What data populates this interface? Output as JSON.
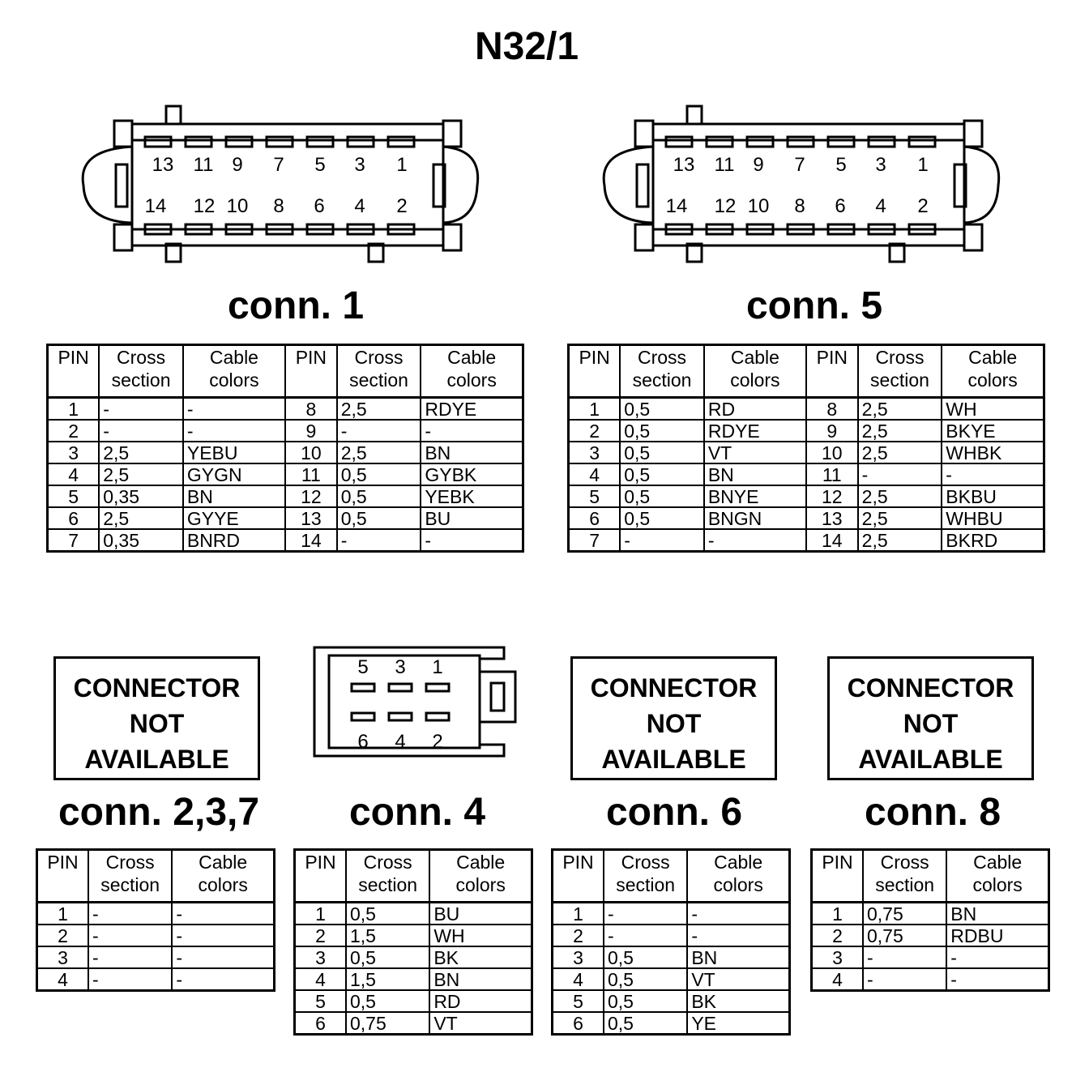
{
  "title": "N32/1",
  "headers": {
    "pin": "PIN",
    "cross_1": "Cross",
    "cross_2": "section",
    "cable_1": "Cable",
    "cable_2": "colors"
  },
  "not_available": {
    "line1": "CONNECTOR",
    "line2": "NOT",
    "line3": "AVAILABLE"
  },
  "conn1": {
    "label": "conn. 1",
    "pins_top": [
      "13",
      "11",
      "9",
      "7",
      "5",
      "3",
      "1"
    ],
    "pins_bottom": [
      "14",
      "12",
      "10",
      "8",
      "6",
      "4",
      "2"
    ],
    "rows": [
      [
        "1",
        "-",
        "-",
        "8",
        "2,5",
        "RDYE"
      ],
      [
        "2",
        "-",
        "-",
        "9",
        "-",
        "-"
      ],
      [
        "3",
        "2,5",
        "YEBU",
        "10",
        "2,5",
        "BN"
      ],
      [
        "4",
        "2,5",
        "GYGN",
        "11",
        "0,5",
        "GYBK"
      ],
      [
        "5",
        "0,35",
        "BN",
        "12",
        "0,5",
        "YEBK"
      ],
      [
        "6",
        "2,5",
        "GYYE",
        "13",
        "0,5",
        "BU"
      ],
      [
        "7",
        "0,35",
        "BNRD",
        "14",
        "-",
        "-"
      ]
    ]
  },
  "conn5": {
    "label": "conn. 5",
    "pins_top": [
      "13",
      "11",
      "9",
      "7",
      "5",
      "3",
      "1"
    ],
    "pins_bottom": [
      "14",
      "12",
      "10",
      "8",
      "6",
      "4",
      "2"
    ],
    "rows": [
      [
        "1",
        "0,5",
        "RD",
        "8",
        "2,5",
        "WH"
      ],
      [
        "2",
        "0,5",
        "RDYE",
        "9",
        "2,5",
        "BKYE"
      ],
      [
        "3",
        "0,5",
        "VT",
        "10",
        "2,5",
        "WHBK"
      ],
      [
        "4",
        "0,5",
        "BN",
        "11",
        "-",
        "-"
      ],
      [
        "5",
        "0,5",
        "BNYE",
        "12",
        "2,5",
        "BKBU"
      ],
      [
        "6",
        "0,5",
        "BNGN",
        "13",
        "2,5",
        "WHBU"
      ],
      [
        "7",
        "-",
        "-",
        "14",
        "2,5",
        "BKRD"
      ]
    ]
  },
  "conn237": {
    "label": "conn. 2,3,7",
    "rows": [
      [
        "1",
        "-",
        "-"
      ],
      [
        "2",
        "-",
        "-"
      ],
      [
        "3",
        "-",
        "-"
      ],
      [
        "4",
        "-",
        "-"
      ]
    ]
  },
  "conn4": {
    "label": "conn. 4",
    "pins_top": [
      "5",
      "3",
      "1"
    ],
    "pins_bottom": [
      "6",
      "4",
      "2"
    ],
    "rows": [
      [
        "1",
        "0,5",
        "BU"
      ],
      [
        "2",
        "1,5",
        "WH"
      ],
      [
        "3",
        "0,5",
        "BK"
      ],
      [
        "4",
        "1,5",
        "BN"
      ],
      [
        "5",
        "0,5",
        "RD"
      ],
      [
        "6",
        "0,75",
        "VT"
      ]
    ]
  },
  "conn6": {
    "label": "conn. 6",
    "rows": [
      [
        "1",
        "-",
        "-"
      ],
      [
        "2",
        "-",
        "-"
      ],
      [
        "3",
        "0,5",
        "BN"
      ],
      [
        "4",
        "0,5",
        "VT"
      ],
      [
        "5",
        "0,5",
        "BK"
      ],
      [
        "6",
        "0,5",
        "YE"
      ]
    ]
  },
  "conn8": {
    "label": "conn. 8",
    "rows": [
      [
        "1",
        "0,75",
        "BN"
      ],
      [
        "2",
        "0,75",
        "RDBU"
      ],
      [
        "3",
        "-",
        "-"
      ],
      [
        "4",
        "-",
        "-"
      ]
    ]
  }
}
